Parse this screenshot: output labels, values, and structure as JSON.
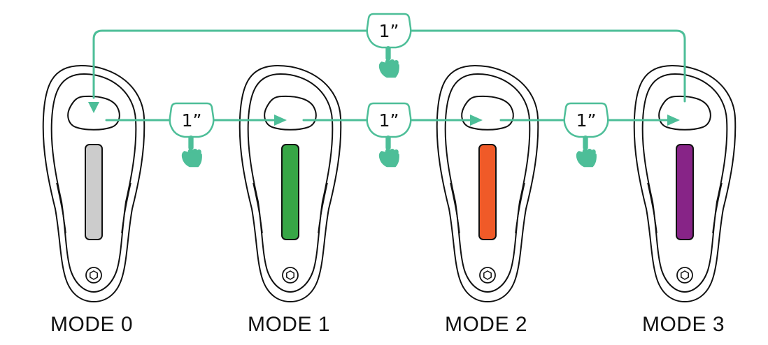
{
  "colors": {
    "accent": "#4dbe98",
    "outline": "#111111",
    "background": "#ffffff"
  },
  "press_duration": "1”",
  "modes": [
    {
      "label": "MODE 0",
      "indicator_color": "#cccccc"
    },
    {
      "label": "MODE 1",
      "indicator_color": "#37a646"
    },
    {
      "label": "MODE 2",
      "indicator_color": "#f05a28"
    },
    {
      "label": "MODE 3",
      "indicator_color": "#872487"
    }
  ],
  "transitions": [
    {
      "from": "MODE 0",
      "to": "MODE 1",
      "label": "1”",
      "icon": "pointing-hand-icon"
    },
    {
      "from": "MODE 1",
      "to": "MODE 2",
      "label": "1”",
      "icon": "pointing-hand-icon"
    },
    {
      "from": "MODE 2",
      "to": "MODE 3",
      "label": "1”",
      "icon": "pointing-hand-icon"
    },
    {
      "from": "MODE 3",
      "to": "MODE 0",
      "label": "1”",
      "icon": "pointing-hand-icon"
    }
  ]
}
